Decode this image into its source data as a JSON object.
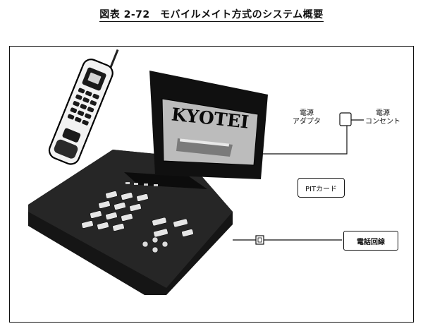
{
  "title": "図表 2-72　モバイルメイト方式のシステム概要",
  "labels": {
    "power_adapter": [
      "電源",
      "アダプタ"
    ],
    "power_outlet": [
      "電源",
      "コンセント"
    ],
    "pit_card": "PITカード",
    "phone_line": "電話回線",
    "brand": "KYOTEI"
  }
}
